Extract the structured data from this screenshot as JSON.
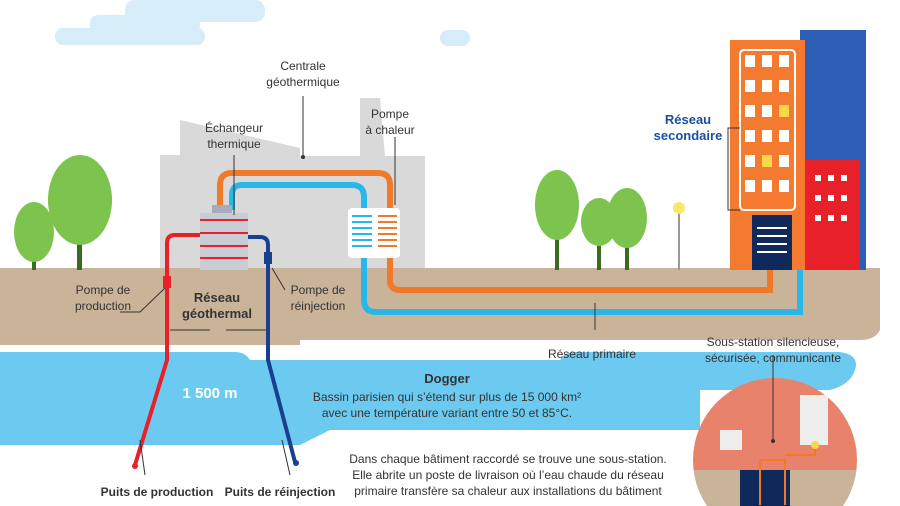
{
  "labels": {
    "centrale": [
      "Centrale",
      "géothermique"
    ],
    "echangeur": [
      "Échangeur",
      "thermique"
    ],
    "pompe_chaleur": [
      "Pompe",
      "à chaleur"
    ],
    "reseau_secondaire": [
      "Réseau",
      "secondaire"
    ],
    "pompe_production": [
      "Pompe de",
      "production"
    ],
    "reseau_geothermal": [
      "Réseau",
      "géothermal"
    ],
    "pompe_reinjection": [
      "Pompe de",
      "réinjection"
    ],
    "reseau_primaire": "Réseau primaire",
    "sous_station": [
      "Sous-station silencieuse,",
      "sécurisée, communicante"
    ],
    "depth": "1 500 m",
    "dogger_title": "Dogger",
    "dogger_text": [
      "Bassin parisien qui s’étend sur plus de 15 000 km²",
      "avec une température variant entre 50 et 85°C."
    ],
    "substation_text": [
      "Dans chaque bâtiment raccordé se trouve une sous-station.",
      "Elle abrite un poste de livraison où l’eau chaude du réseau",
      "primaire transfère sa chaleur aux installations du bâtiment"
    ],
    "puits_production": "Puits de production",
    "puits_reinjection": "Puits de réinjection"
  },
  "colors": {
    "hot_pipe": "#f07a2a",
    "cold_pipe": "#29b6e8",
    "production_pipe": "#e8202a",
    "reinjection_pipe": "#1b3f8f",
    "ground": "#c9b49a",
    "aquifer": "#6ccaf0",
    "tree": "#7cc44e",
    "building": "#f47a30",
    "sky_cloud": "#d6ecf8"
  }
}
